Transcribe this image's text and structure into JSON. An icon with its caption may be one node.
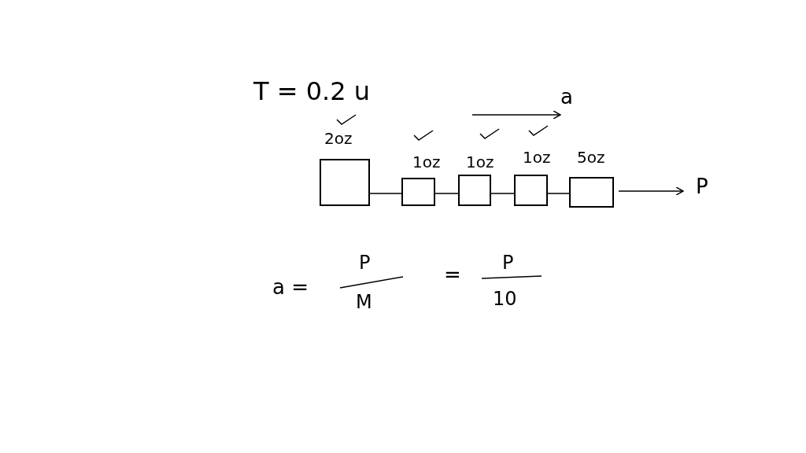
{
  "diagram": {
    "nodes": [
      {
        "text": [],
        "shape": "box",
        "beside": [
          "2oz"
        ]
      },
      {
        "text": [],
        "shape": "box",
        "beside": [
          "1oz"
        ]
      },
      {
        "text": [],
        "shape": "box",
        "beside": [
          "1oz"
        ]
      },
      {
        "text": [],
        "shape": "box",
        "beside": [
          "1oz"
        ]
      },
      {
        "text": [],
        "shape": "box",
        "beside": [
          "5oz"
        ]
      }
    ],
    "edges": [
      {
        "from": 0,
        "to": 1,
        "arrow": "none"
      },
      {
        "from": 1,
        "to": 2,
        "arrow": "none"
      },
      {
        "from": 2,
        "to": 3,
        "arrow": "none"
      },
      {
        "from": 3,
        "to": 4,
        "arrow": "none"
      }
    ],
    "labels": [
      "T = 0.2 u",
      "a",
      "P",
      "a =",
      "P",
      "M",
      "=",
      "P",
      "10"
    ]
  }
}
